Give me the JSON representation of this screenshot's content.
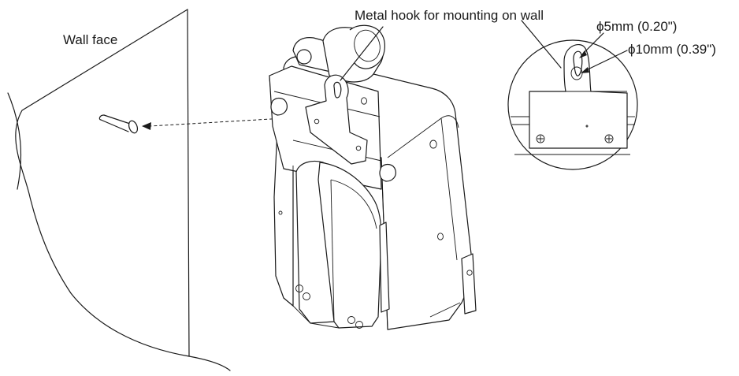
{
  "labels": {
    "wall_face": "Wall face",
    "metal_hook": "Metal hook for mounting on wall",
    "hole_small": "ϕ5mm (0.20\")",
    "hole_large": "ϕ10mm (0.39\")"
  },
  "colors": {
    "line": "#1a1a1a",
    "background": "#ffffff"
  }
}
